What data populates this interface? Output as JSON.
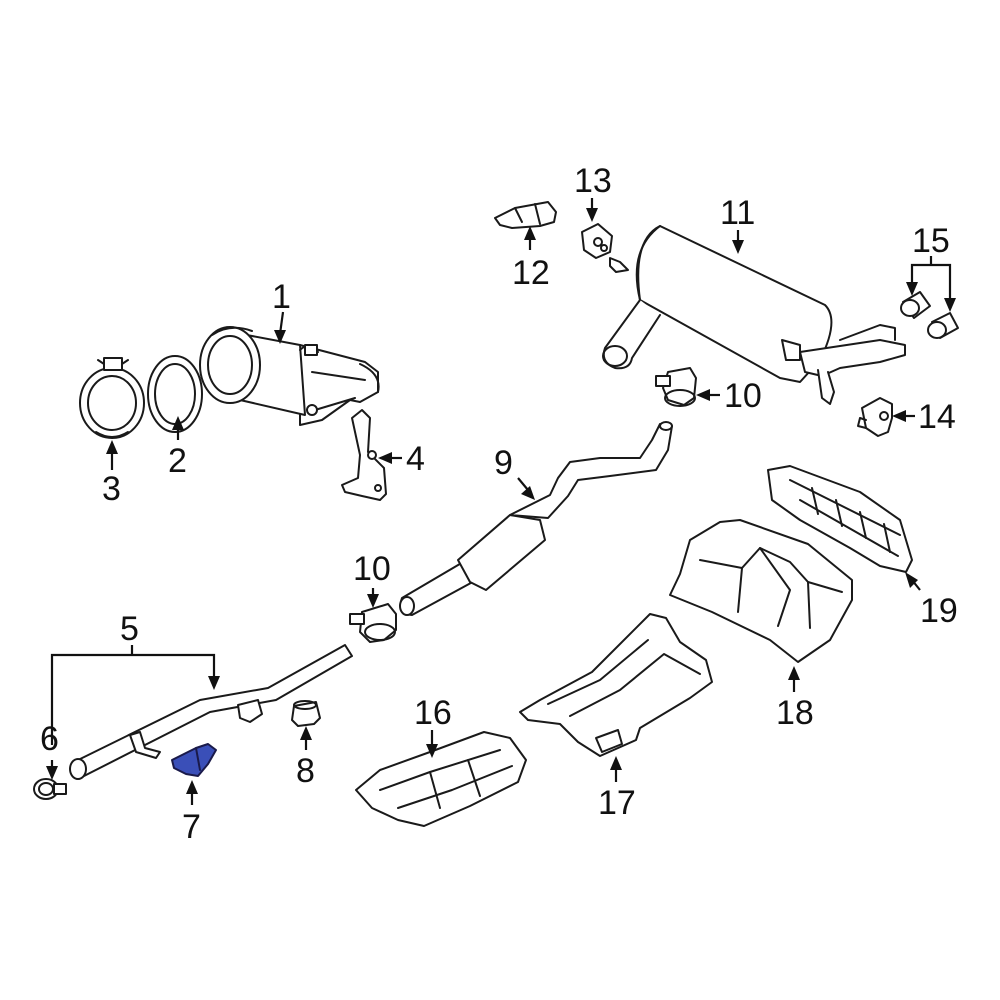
{
  "colors": {
    "line": "#1a1a1a",
    "background": "#ffffff",
    "highlight": "#3a4fb8"
  },
  "highlighted_part": "7",
  "callouts": {
    "c1": "1",
    "c2": "2",
    "c3": "3",
    "c4": "4",
    "c5": "5",
    "c6": "6",
    "c7": "7",
    "c8": "8",
    "c9": "9",
    "c10a": "10",
    "c10b": "10",
    "c11": "11",
    "c12": "12",
    "c13": "13",
    "c14": "14",
    "c15": "15",
    "c16": "16",
    "c17": "17",
    "c18": "18",
    "c19": "19"
  }
}
